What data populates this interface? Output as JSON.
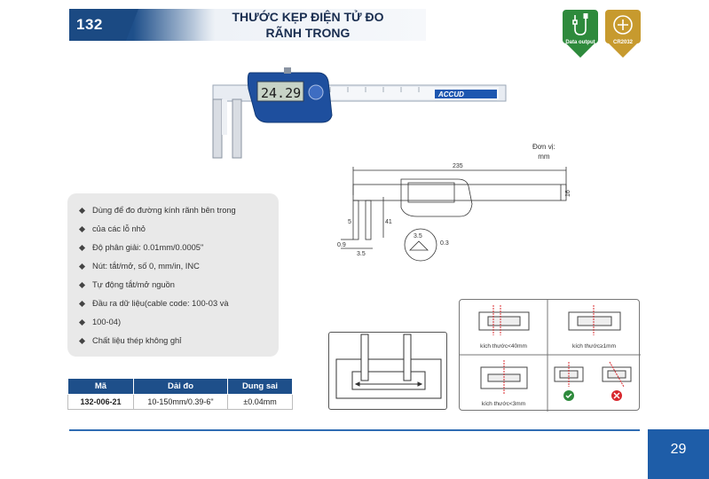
{
  "header": {
    "code": "132",
    "title_line1": "THƯỚC KẸP ĐIỆN TỬ ĐO",
    "title_line2": "RÃNH TRONG"
  },
  "badges": [
    {
      "label": "Data output",
      "icon": "usb-cable-icon",
      "color": "#2e8a3c"
    },
    {
      "label": "CR2032",
      "icon": "battery-coin-icon",
      "color": "#c79a2e"
    }
  ],
  "product": {
    "display_value": "24.29",
    "brand": "ACCUD"
  },
  "drawing": {
    "unit_line1": "Đơn vị:",
    "unit_line2": "mm",
    "dims": [
      "235",
      "16",
      "5",
      "41",
      "0.9",
      "3.5",
      "3.5",
      "0.3"
    ]
  },
  "features": [
    "Dùng để đo đường kính rãnh bên trong",
    "của các lỗ nhỏ",
    "Độ phân giải: 0.01mm/0.0005\"",
    "Nút: tắt/mở, số 0, mm/in, INC",
    "Tự động tắt/mở nguồn",
    "Đầu ra dữ liệu(cable code: 100-03 và",
    "100-04)",
    "Chất liệu thép không ghỉ"
  ],
  "spec_table": {
    "headers": [
      "Mã",
      "Dải đo",
      "Dung sai"
    ],
    "rows": [
      [
        "132-006-21",
        "10-150mm/0.39-6\"",
        "±0.04mm"
      ]
    ]
  },
  "usage": {
    "captions": [
      "kích thước<40mm",
      "kích thước≥1mm",
      "kích thước<3mm"
    ]
  },
  "footer": {
    "page": "29"
  },
  "colors": {
    "primary": "#1e4f8a",
    "accent": "#1e5da8",
    "ok": "#2e8a3c",
    "bad": "#d8282e"
  }
}
